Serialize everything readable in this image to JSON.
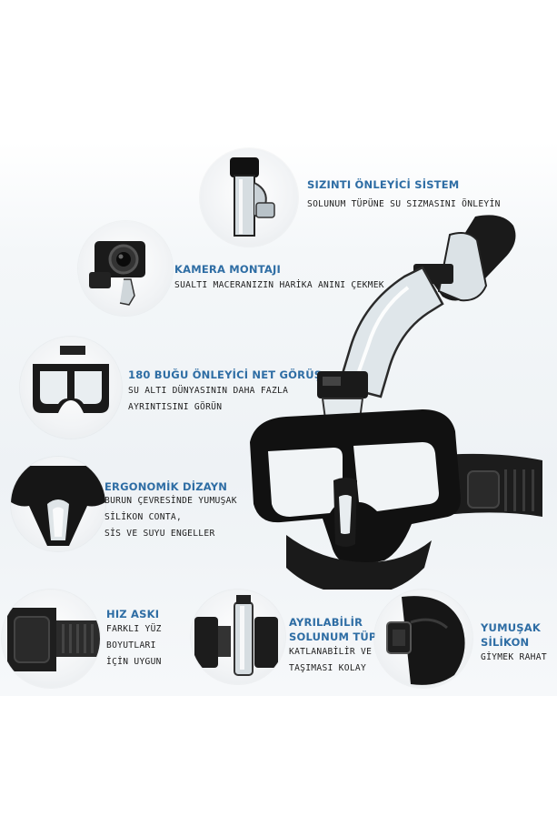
{
  "features": {
    "leak": {
      "title": "SIZINTI ÖNLEYİCİ SİSTEM",
      "desc": "SOLUNUM TÜPÜNE SU SIZMASINI ÖNLEYİN"
    },
    "camera": {
      "title": "KAMERA MONTAJI",
      "desc": "SUALTI MACERANIZIN HARİKA ANINI ÇEKMEK"
    },
    "antifog": {
      "title": "180 BUĞU ÖNLEYİCİ NET GÖRÜŞ",
      "desc": "SU ALTI DÜNYASININ DAHA FAZLA\nAYRINTISINI GÖRÜN"
    },
    "ergonomic": {
      "title": "ERGONOMİK DİZAYN",
      "desc": "BURUN ÇEVRESİNDE YUMUŞAK\nSİLİKON CONTA,\nSİS VE SUYU ENGELLER"
    },
    "strap": {
      "title": "HIZ ASKI",
      "desc": "FARKLI YÜZ\nBOYUTLARI\nİÇİN UYGUN"
    },
    "snorkel": {
      "title": "AYRILABİLİR\nSOLUNUM TÜPÜ",
      "desc": "KATLANABİLİR VE\nTAŞIMASI KOLAY"
    },
    "silicone": {
      "title": "YUMUŞAK\nSİLİKON",
      "desc": "GİYMEK RAHAT"
    }
  },
  "colors": {
    "title": "#2e6da4",
    "text": "#1d1d1d",
    "product": "#111111",
    "clear_tube": "#dfe6ea"
  },
  "icons": [
    "leak-valve-image",
    "action-camera-image",
    "mask-frame-image",
    "nose-pocket-image",
    "strap-buckle-image",
    "snorkel-parts-image",
    "silicone-skirt-image",
    "snorkel-mask-image"
  ]
}
